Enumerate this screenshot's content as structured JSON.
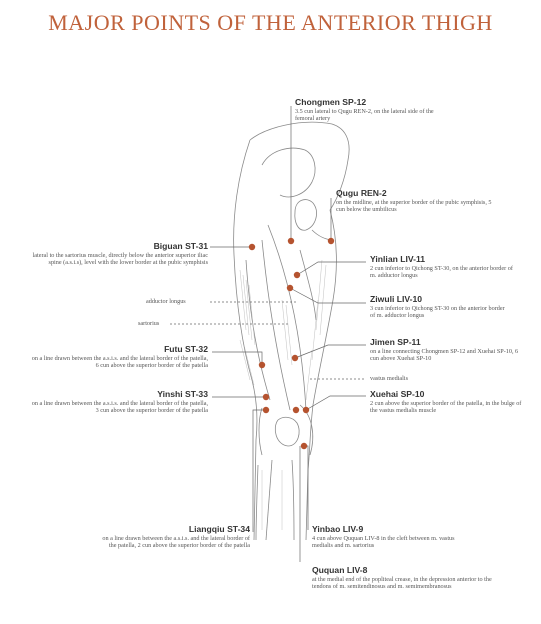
{
  "title": "MAJOR POINTS OF THE ANTERIOR THIGH",
  "colors": {
    "title": "#c0623b",
    "point": "#b5532f",
    "line": "#6a6a6a",
    "sketch": "#8a8a8a"
  },
  "points": {
    "chongmen": {
      "name": "Chongmen SP-12",
      "desc": "3.5 cun lateral to Qugu REN-2, on the lateral side of the femoral artery"
    },
    "qugu": {
      "name": "Qugu REN-2",
      "desc": "on the midline, at the superior border of the pubic symphisis, 5 cun below the umbilicus"
    },
    "biguan": {
      "name": "Biguan ST-31",
      "desc": "lateral to the sartorius muscle, directly below the anterior superior iliac spine (a.s.i.s), level with the lower border at the pubic symphisis"
    },
    "yinlian": {
      "name": "Yinlian LIV-11",
      "desc": "2 cun inferior to Qichong ST-30, on the anterior border of m. adductor longus"
    },
    "ziwuli": {
      "name": "Ziwuli LIV-10",
      "desc": "3 cun inferior to Qichong ST-30 on the anterior border of m. adductor longus"
    },
    "jimen": {
      "name": "Jimen SP-11",
      "desc": "on a line connecting Chongmen SP-12 and Xuehai SP-10, 6 cun above Xuehai SP-10"
    },
    "futu": {
      "name": "Futu ST-32",
      "desc": "on a line drawn between the a.s.i.s. and the lateral border of the patella, 6 cun above the superior border of the patella"
    },
    "yinshi": {
      "name": "Yinshi ST-33",
      "desc": "on a line drawn between the a.s.i.s. and the lateral border of the patella, 3 cun above the superior border of the patella"
    },
    "xuehai": {
      "name": "Xuehai SP-10",
      "desc": "2 cun above the superior border of the patella, in the bulge of the vastus medialis muscle"
    },
    "liangqiu": {
      "name": "Liangqiu ST-34",
      "desc": "on a line drawn between the a.s.i.s. and the lateral border of the patella, 2 cun above the superior border of the patella"
    },
    "yinbao": {
      "name": "Yinbao LIV-9",
      "desc": "4 cun above Ququan LIV-8 in the cleft between m. vastus medialis and m. sartorius"
    },
    "ququan": {
      "name": "Ququan LIV-8",
      "desc": "at the medial end of the popliteal crease, in the depression anterior to the tendons of m. semitendinosus and m. semimembranosus"
    }
  },
  "muscles": {
    "adductor": "adductor longus",
    "sartorius": "sartorius",
    "vastus": "vastus medialis"
  }
}
